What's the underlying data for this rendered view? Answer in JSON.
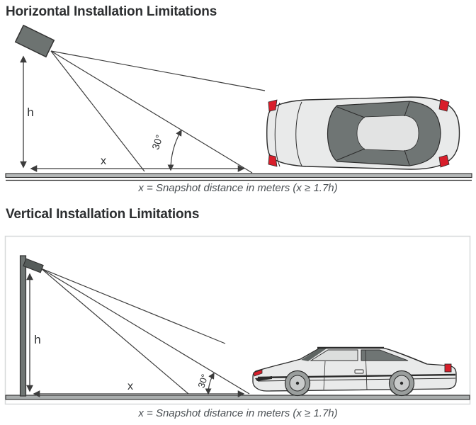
{
  "page": {
    "background_color": "#ffffff"
  },
  "sections": [
    {
      "title": "Horizontal Installation Limitations",
      "caption": "x = Snapshot distance in meters (x ≥ 1.7h)",
      "labels": {
        "height": "h",
        "distance": "x",
        "angle": "30°"
      },
      "view": "car-top-view"
    },
    {
      "title": "Vertical Installation Limitations",
      "caption": "x = Snapshot distance in meters (x ≥ 1.7h)",
      "labels": {
        "height": "h",
        "distance": "x",
        "angle": "30°"
      },
      "view": "car-side-view"
    }
  ],
  "colors": {
    "title_text": "#2d2f31",
    "caption_text": "#4b5054",
    "line": "#3c3c3c",
    "camera_gray": "#6d7371",
    "pole_gray": "#6f7573",
    "car_body": "#e9eaea",
    "car_glass": "#6f7574",
    "car_roof": "#e2e3e3",
    "car_outline": "#2b2b2b",
    "light_red": "#d81e2a",
    "ground_gray": "#b6b9b9",
    "ground_gray_2": "#a9adad",
    "frame_border": "#d7d9da"
  }
}
